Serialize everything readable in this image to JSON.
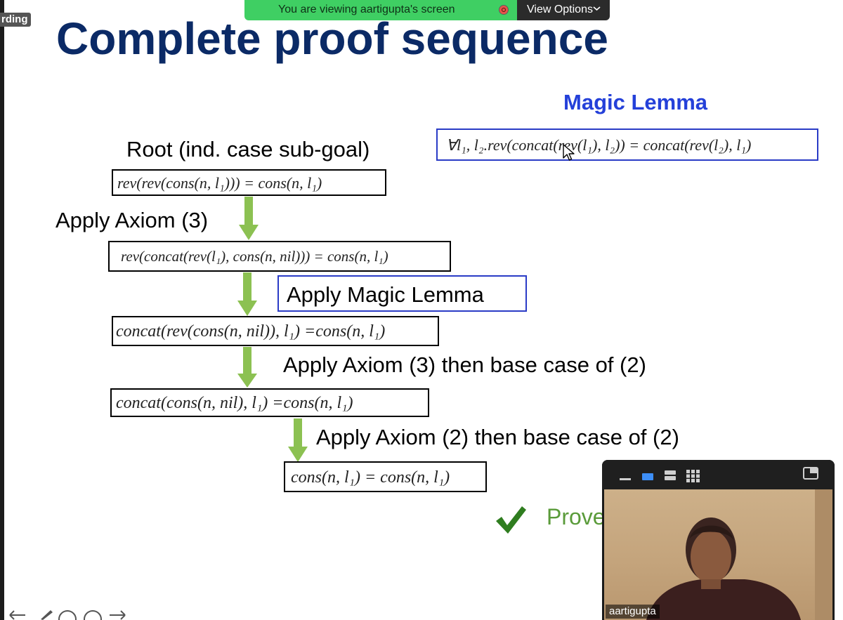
{
  "zoom_overlay": {
    "recording_label": "rding",
    "banner_text": "You are viewing aartigupta's screen",
    "view_options_label": "View Options",
    "stop_icon": "stop-share-icon",
    "chevron_icon": "chevron-down-icon"
  },
  "slide": {
    "title": "Complete proof sequence",
    "magic_lemma_title": "Magic Lemma",
    "magic_lemma_formula": "∀l₁, l₂.rev(concat(rev(l₁), l₂)) = concat(rev(l₂), l₁)",
    "root_label": "Root (ind. case sub-goal)",
    "formulas": [
      "rev(rev(cons(n, l₁))) = cons(n, l₁)",
      "rev(concat(rev(l₁), cons(n, nil))) = cons(n, l₁)",
      "concat(rev(cons(n, nil)), l₁) =cons(n, l₁)",
      "concat(cons(n, nil), l₁) =cons(n, l₁)",
      "cons(n, l₁) = cons(n, l₁)"
    ],
    "steps": [
      "Apply Axiom (3)",
      "Apply Magic Lemma",
      "Apply Axiom (3) then base case of (2)",
      "Apply Axiom (2) then base case of (2)"
    ],
    "proved_label": "Prove",
    "colors": {
      "title": "#0b2a66",
      "lemma": "#2440d9",
      "arrow": "#8cc152",
      "check": "#2f7d1f"
    }
  },
  "video_panel": {
    "participant_name": "aartigupta",
    "toolbar_icons": [
      "minimize-icon",
      "speaker-view-icon",
      "side-by-side-icon",
      "gallery-view-icon",
      "exit-fullscreen-icon"
    ]
  }
}
